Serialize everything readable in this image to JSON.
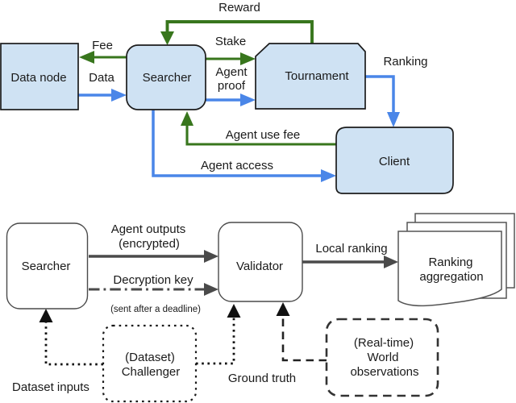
{
  "figure": {
    "background": "#ffffff",
    "token_flow": {
      "nodes": {
        "data_node": "Data node",
        "searcher": "Searcher",
        "tournament": "Tournament",
        "client": "Client"
      },
      "edges": {
        "reward": "Reward",
        "fee": "Fee",
        "data": "Data",
        "stake": "Stake",
        "agent_proof": [
          "Agent",
          "proof"
        ],
        "ranking": "Ranking",
        "agent_use_fee": "Agent use fee",
        "agent_access": "Agent access"
      },
      "colors": {
        "node_fill": "#cfe2f3",
        "node_stroke": "#1c1c1c",
        "green_arrow": "#38761d",
        "blue_arrow": "#4a86e8"
      }
    },
    "evaluation_flow": {
      "nodes": {
        "searcher": "Searcher",
        "validator": "Validator",
        "ranking_aggregation": [
          "Ranking",
          "aggregation"
        ],
        "challenger": [
          "(Dataset)",
          "Challenger"
        ],
        "world_observations": [
          "(Real-time)",
          "World",
          "observations"
        ]
      },
      "edges": {
        "agent_outputs": [
          "Agent outputs",
          "(encrypted)"
        ],
        "decryption_key": "Decryption key",
        "decryption_key_note": "(sent after a deadline)",
        "local_ranking": "Local ranking",
        "dataset_inputs": "Dataset inputs",
        "ground_truth": "Ground truth"
      },
      "colors": {
        "node_fill": "#ffffff",
        "node_stroke": "#4a4a4a",
        "solid_arrow": "#4a4a4a",
        "dotted_arrow": "#111111",
        "dashed_arrow": "#222222"
      }
    }
  }
}
